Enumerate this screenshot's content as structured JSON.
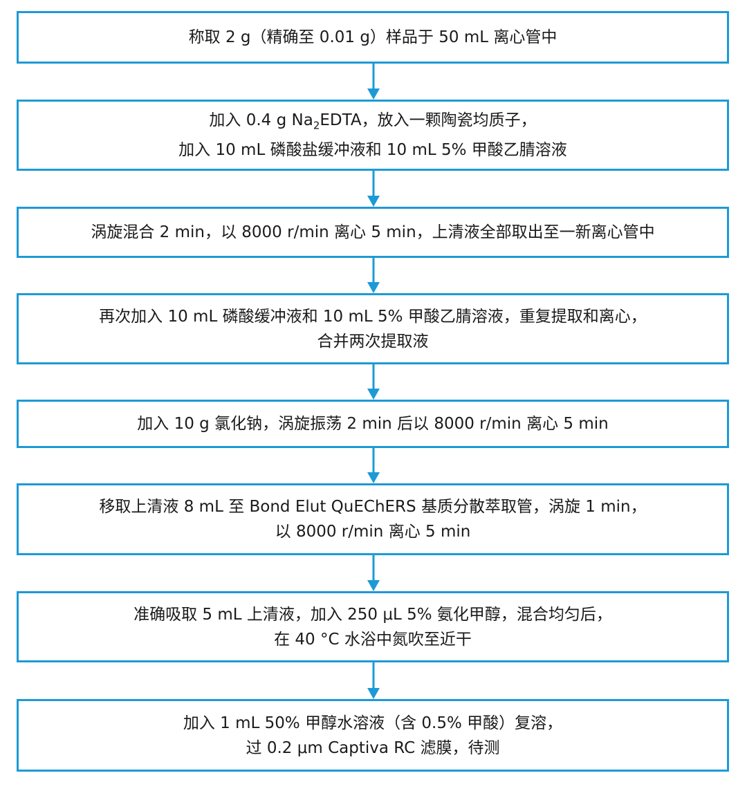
{
  "colors": {
    "box_border": "#1c9ad6",
    "arrow": "#1c9ad6",
    "text": "#1a1a1a"
  },
  "steps": [
    {
      "lines": [
        "称取 2 g（精确至 0.01 g）样品于 50 mL 离心管中"
      ]
    },
    {
      "lines": [
        "加入 0.4 g Na",
        "2",
        "EDTA，放入一颗陶瓷均质子，",
        "加入 10 mL 磷酸盐缓冲液和 10 mL 5% 甲酸乙腈溶液"
      ]
    },
    {
      "lines": [
        "涡旋混合 2 min，以 8000 r/min 离心 5 min，上清液全部取出至一新离心管中"
      ]
    },
    {
      "lines": [
        "再次加入 10 mL 磷酸缓冲液和 10 mL 5% 甲酸乙腈溶液，重复提取和离心，",
        "合并两次提取液"
      ]
    },
    {
      "lines": [
        "加入 10 g 氯化钠，涡旋振荡 2 min 后以 8000 r/min 离心 5 min"
      ]
    },
    {
      "lines": [
        "移取上清液 8 mL 至 Bond Elut QuEChERS 基质分散萃取管，涡旋 1 min，",
        "以 8000 r/min 离心 5 min"
      ]
    },
    {
      "lines": [
        "准确吸取 5 mL 上清液，加入 250 μL 5% 氨化甲醇，混合均匀后，",
        "在 40 °C 水浴中氮吹至近干"
      ]
    },
    {
      "lines": [
        "加入 1 mL 50% 甲醇水溶液（含 0.5% 甲酸）复溶，",
        "过 0.2 μm Captiva RC 滤膜，待测"
      ]
    }
  ]
}
